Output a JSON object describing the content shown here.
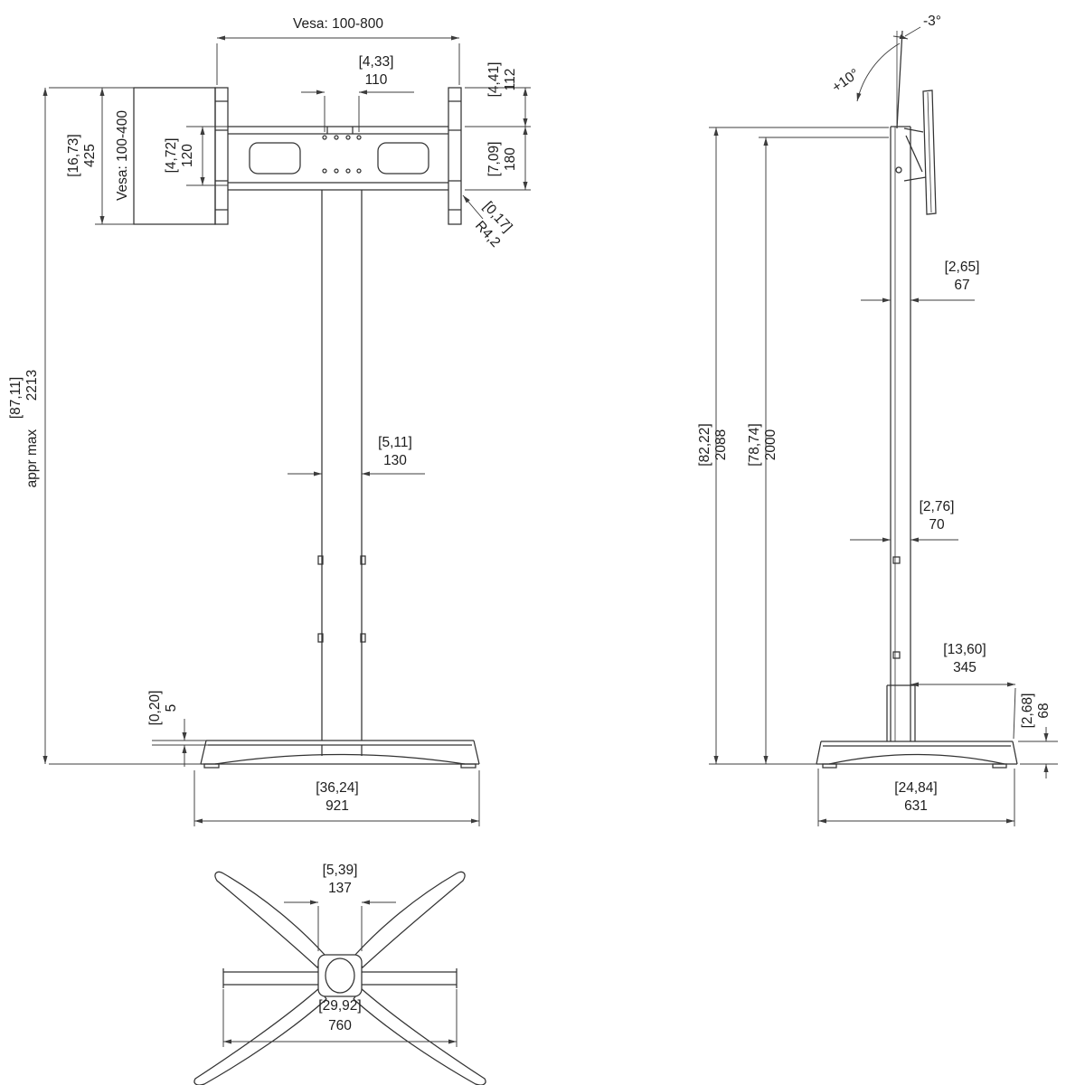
{
  "drawing": {
    "type": "TV floor stand dimensional drawing (front, side, bottom views)",
    "line_color": "#333333",
    "text_color": "#1d1d1d",
    "background": "#ffffff"
  },
  "front_view": {
    "vesa_horizontal": "Vesa: 100-800",
    "vesa_vertical": "Vesa: 100-400",
    "dim_110": {
      "inch": "[4,33]",
      "mm": "110"
    },
    "dim_112": {
      "inch": "[4,41]",
      "mm": "112"
    },
    "dim_425": {
      "inch": "[16,73]",
      "mm": "425"
    },
    "dim_120": {
      "inch": "[4,72]",
      "mm": "120"
    },
    "dim_180": {
      "inch": "[7,09]",
      "mm": "180"
    },
    "dim_radius": {
      "inch": "[0,17]",
      "mm": "R4,2"
    },
    "dim_total_height": {
      "inch": "[87,11]",
      "mm": "2213",
      "note": "appr max"
    },
    "dim_130": {
      "inch": "[5,11]",
      "mm": "130"
    },
    "dim_5": {
      "inch": "[0,20]",
      "mm": "5"
    },
    "dim_921": {
      "inch": "[36,24]",
      "mm": "921"
    }
  },
  "side_view": {
    "angle_back": "-3°",
    "angle_forward": "+10°",
    "dim_67": {
      "inch": "[2,65]",
      "mm": "67"
    },
    "dim_2088": {
      "inch": "[82,22]",
      "mm": "2088"
    },
    "dim_2000": {
      "inch": "[78,74]",
      "mm": "2000"
    },
    "dim_70": {
      "inch": "[2,76]",
      "mm": "70"
    },
    "dim_345": {
      "inch": "[13,60]",
      "mm": "345"
    },
    "dim_68": {
      "inch": "[2,68]",
      "mm": "68"
    },
    "dim_631": {
      "inch": "[24,84]",
      "mm": "631"
    }
  },
  "bottom_view": {
    "dim_137": {
      "inch": "[5,39]",
      "mm": "137"
    },
    "dim_760": {
      "inch": "[29,92]",
      "mm": "760"
    }
  }
}
